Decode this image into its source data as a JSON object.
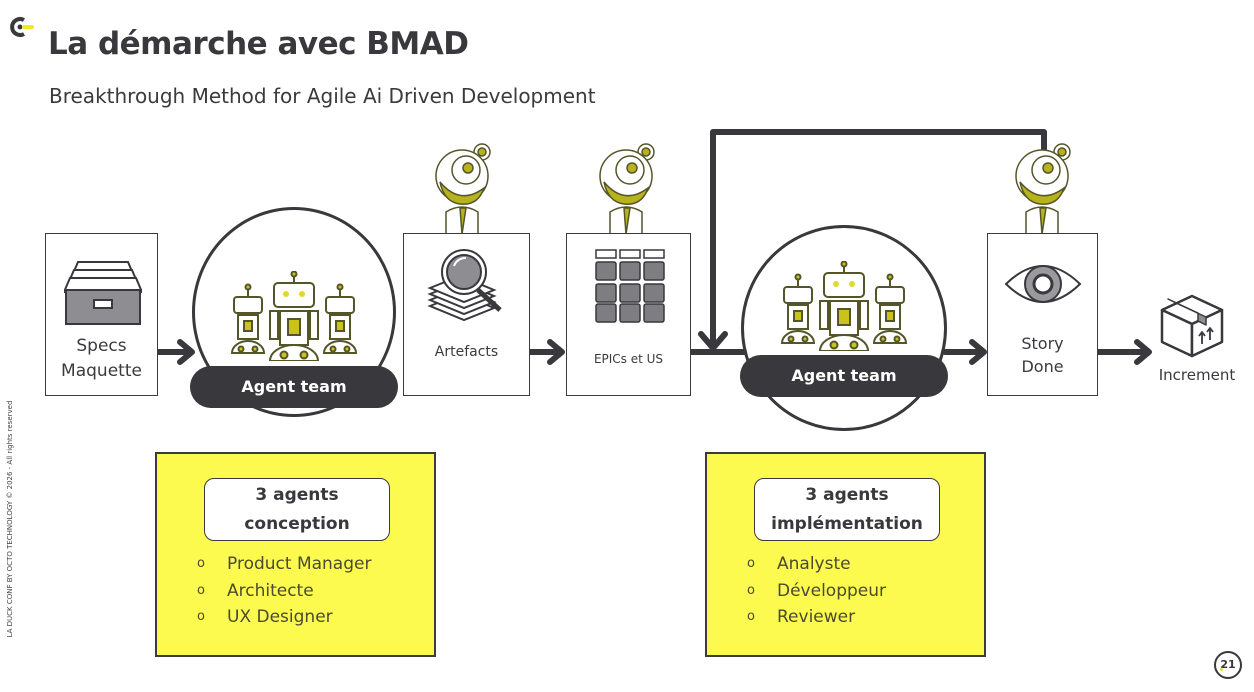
{
  "header": {
    "title": "La démarche avec BMAD",
    "subtitle": "Breakthrough Method for Agile Ai Driven Development"
  },
  "sidebar_text": "LA DUCK CONF BY OCTO TECHNOLOGY © 2026 - All rights reserved",
  "colors": {
    "dark": "#38383d",
    "accent_yellow": "#fdfa4f",
    "olive": "#b7b21e"
  },
  "flow": {
    "specs": {
      "line1": "Specs",
      "line2": "Maquette",
      "icon": "file-drawer-icon"
    },
    "agent_team_1": {
      "label": "Agent team",
      "icon": "robots-icon"
    },
    "artefacts": {
      "label": "Artefacts",
      "icon": "magnifier-documents-icon"
    },
    "epics": {
      "label": "EPICs et US",
      "icon": "sticky-notes-board-icon"
    },
    "agent_team_2": {
      "label": "Agent team",
      "icon": "robots-icon"
    },
    "story_done": {
      "line1": "Story",
      "line2": "Done",
      "icon": "eye-icon"
    },
    "increment": {
      "label": "Increment",
      "icon": "package-box-icon"
    }
  },
  "panels": [
    {
      "title_line1": "3 agents",
      "title_line2": "conception",
      "items": [
        "Product Manager",
        "Architecte",
        "UX Designer"
      ]
    },
    {
      "title_line1": "3 agents",
      "title_line2": "implémentation",
      "items": [
        "Analyste",
        "Développeur",
        "Reviewer"
      ]
    }
  ],
  "bullet": "o",
  "page_number": "21"
}
